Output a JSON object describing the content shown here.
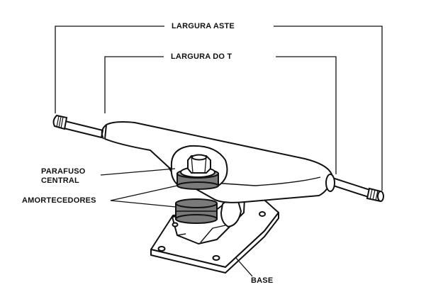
{
  "labels": {
    "axle_width": "LARGURA ASTE",
    "hanger_width": "LARGURA DO T",
    "kingpin_line1": "PARAFUSO",
    "kingpin_line2": "CENTRAL",
    "bushings": "AMORTECEDORES",
    "base": "BASE"
  },
  "colors": {
    "stroke": "#111111",
    "bushing": "#7a7a7a",
    "background": "#ffffff"
  }
}
